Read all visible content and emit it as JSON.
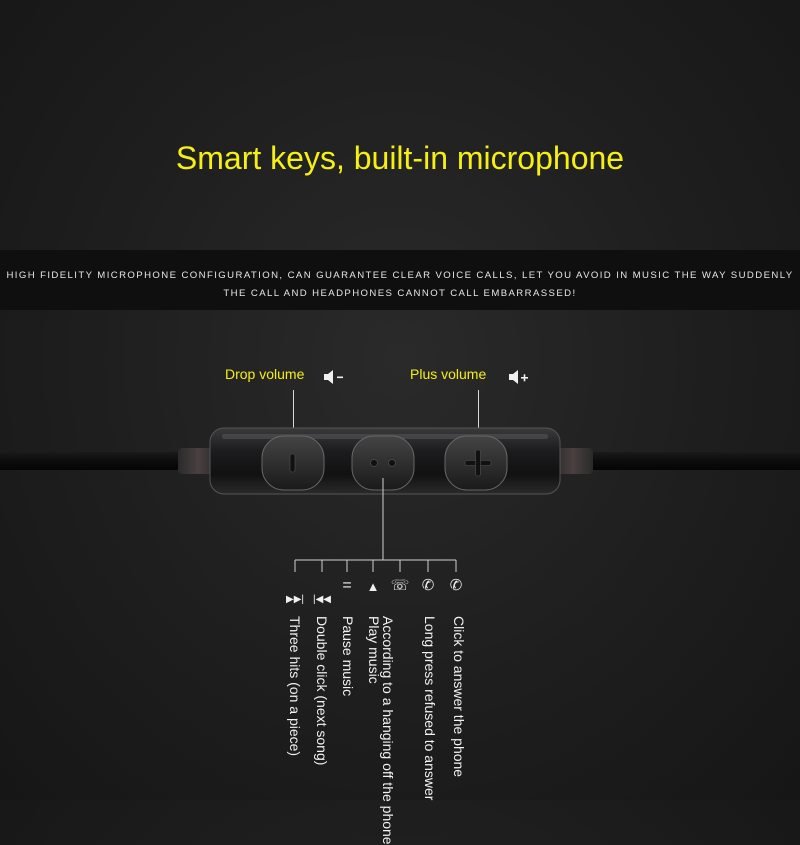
{
  "headline": "Smart keys, built-in microphone",
  "banner": {
    "line1": "HIGH FIDELITY MICROPHONE CONFIGURATION, CAN GUARANTEE CLEAR VOICE CALLS, LET YOU AVOID IN MUSIC THE WAY SUDDENLY",
    "line2": "THE CALL AND HEADPHONES CANNOT CALL EMBARRASSED!"
  },
  "callouts": {
    "drop_volume": "Drop volume",
    "plus_volume": "Plus volume"
  },
  "functions": [
    {
      "glyph": "▶▶|",
      "label": "Three hits (on a piece)",
      "icon": "next-track-icon"
    },
    {
      "glyph": "|◀◀",
      "label": "Double click (next song)",
      "icon": "prev-track-icon"
    },
    {
      "glyph": "=",
      "label": "Pause music",
      "icon": "pause-icon"
    },
    {
      "glyph": "▲",
      "label": "Play music",
      "icon": "play-icon"
    },
    {
      "glyph": "☏",
      "label": "According to a hanging off the phone",
      "icon": "hang-up-icon"
    },
    {
      "glyph": "✆",
      "label": "Long press refused to answer",
      "icon": "reject-call-icon"
    },
    {
      "glyph": "✆",
      "label": "Click to answer the phone",
      "icon": "answer-call-icon"
    }
  ],
  "colors": {
    "accent": "#f5ef12",
    "background": "#1e1e1e",
    "banner": "#0f0f0f"
  }
}
